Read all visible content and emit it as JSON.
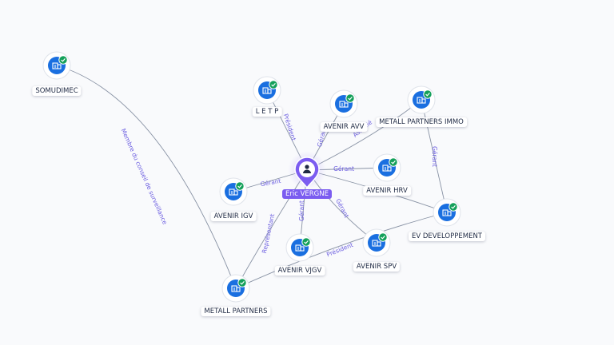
{
  "person": {
    "name": "Eric VERGNE"
  },
  "companies": [
    {
      "id": "somudimec",
      "label": "SOMUDIMEC"
    },
    {
      "id": "letp",
      "label": "L E T P"
    },
    {
      "id": "avenir_avv",
      "label": "AVENIR AVV"
    },
    {
      "id": "metall_immo",
      "label": "METALL PARTNERS IMMO"
    },
    {
      "id": "avenir_hrv",
      "label": "AVENIR HRV"
    },
    {
      "id": "avenir_igv",
      "label": "AVENIR IGV"
    },
    {
      "id": "ev_dev",
      "label": "EV DEVELOPPEMENT"
    },
    {
      "id": "avenir_vjgv",
      "label": "AVENIR VJGV"
    },
    {
      "id": "avenir_spv",
      "label": "AVENIR SPV"
    },
    {
      "id": "metall_partners",
      "label": "METALL PARTNERS"
    }
  ],
  "relations": [
    {
      "from": "person",
      "to": "letp",
      "label": "Président"
    },
    {
      "from": "person",
      "to": "avenir_avv",
      "label": "Gérant"
    },
    {
      "from": "person",
      "to": "metall_immo",
      "label": "Associé"
    },
    {
      "from": "person",
      "to": "avenir_hrv",
      "label": "Gérant"
    },
    {
      "from": "person",
      "to": "avenir_igv",
      "label": "Gérant"
    },
    {
      "from": "person",
      "to": "ev_dev",
      "label": "Gérant"
    },
    {
      "from": "person",
      "to": "avenir_vjgv",
      "label": "Gérant"
    },
    {
      "from": "person",
      "to": "avenir_spv",
      "label": "Gérant"
    },
    {
      "from": "person",
      "to": "metall_partners",
      "label": "Représentant"
    },
    {
      "from": "ev_dev",
      "to": "metall_immo",
      "label": "Gérant"
    },
    {
      "from": "ev_dev",
      "to": "metall_partners",
      "label": "Président"
    },
    {
      "from": "somudimec",
      "to": "metall_partners",
      "label": "Membre du conseil de surveillance"
    }
  ],
  "colors": {
    "icon_blue": "#1a6fe0",
    "check_green": "#14a05a",
    "person_purple": "#7b5cf0",
    "edge": "#8892a4",
    "edge_label": "#6b5de0"
  }
}
